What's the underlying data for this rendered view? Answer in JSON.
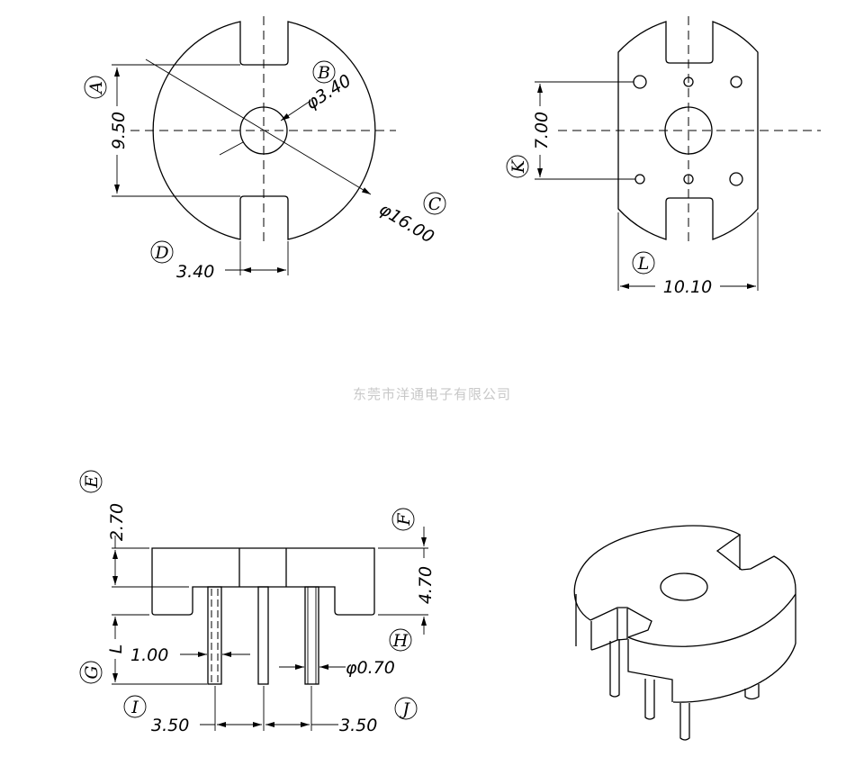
{
  "watermark": "东莞市洋通电子有限公司",
  "top_view": {
    "labels": {
      "a": "A",
      "b": "B",
      "c": "C",
      "d": "D"
    },
    "dims": {
      "height": "9.50",
      "hole": "φ3.40",
      "outer": "φ16.00",
      "slot": "3.40"
    }
  },
  "bottom_view": {
    "labels": {
      "k": "K",
      "l": "L"
    },
    "dims": {
      "pin_spacing": "7.00",
      "flat_width": "10.10"
    }
  },
  "side_view": {
    "labels": {
      "e": "E",
      "f": "F",
      "g": "G",
      "h": "H",
      "i": "I",
      "j": "J"
    },
    "dims": {
      "top_height": "2.70",
      "total_height": "4.70",
      "pin_length": "L",
      "pin_width": "1.00",
      "pin_dia": "φ0.70",
      "spacing_left": "3.50",
      "spacing_right": "3.50"
    }
  }
}
